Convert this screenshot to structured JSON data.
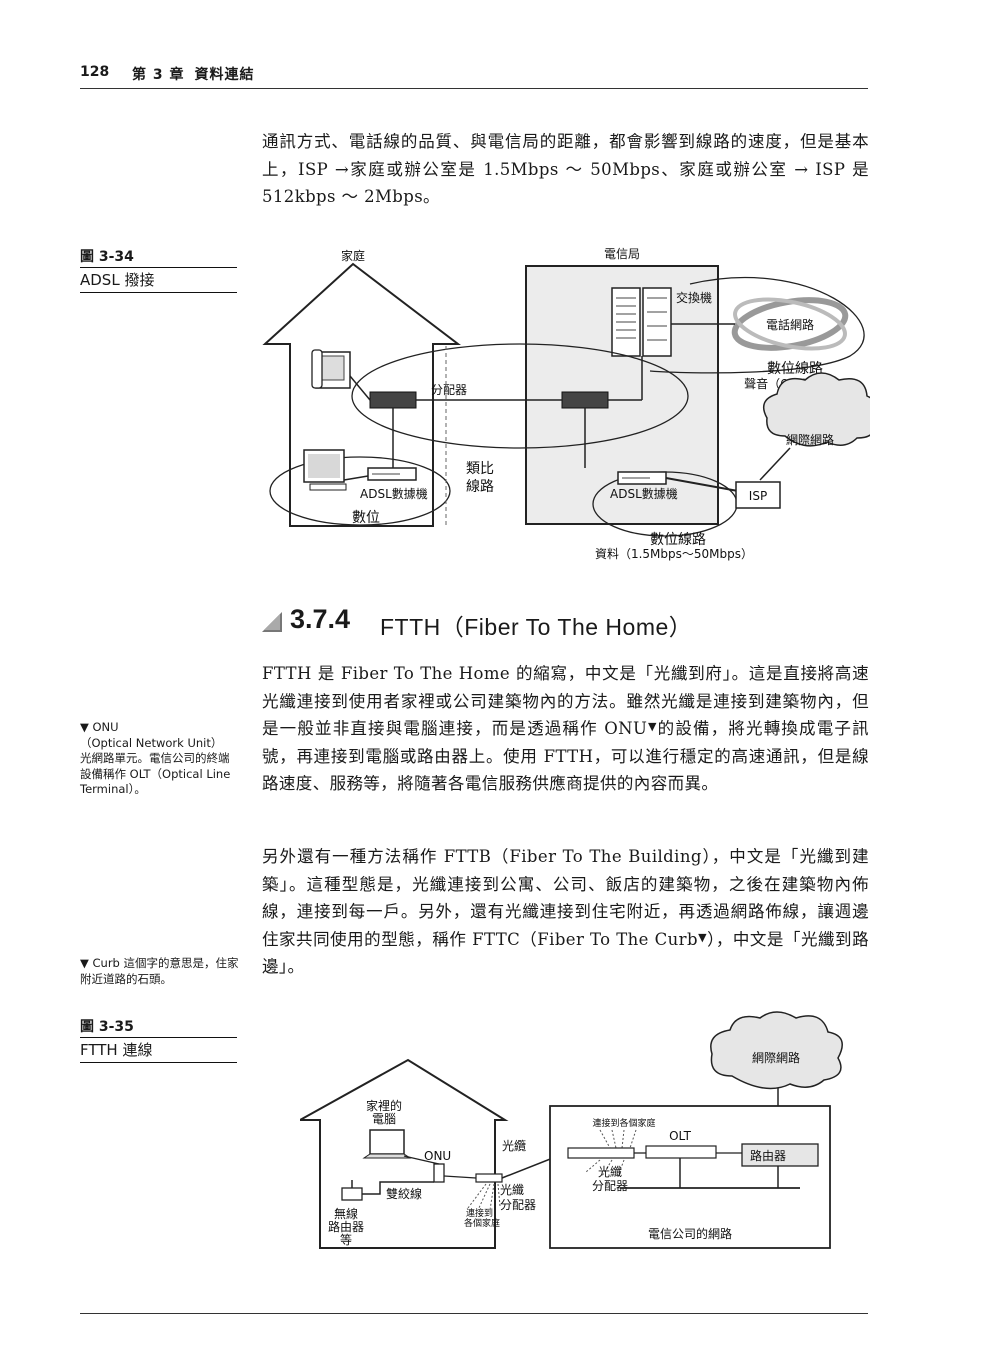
{
  "header": {
    "page_number": "128",
    "chapter": "第 3 章",
    "chapter_title": "資料連結"
  },
  "intro_paragraph": "通訊方式、電話線的品質、與電信局的距離，都會影響到線路的速度，但是基本上，ISP →家庭或辦公室是 1.5Mbps ～ 50Mbps、家庭或辦公室 → ISP 是 512kbps ～ 2Mbps。",
  "figure_34": {
    "number": "圖 3-34",
    "title": "ADSL 撥接",
    "labels": {
      "home": "家庭",
      "telecom": "電信局",
      "exchange": "交換機",
      "phone_network": "電話網路",
      "digital_line_top": "數位線路",
      "voice": "聲音（64kbps）",
      "splitter": "分配器",
      "internet": "網際網路",
      "analog_1": "類比",
      "analog_2": "線路",
      "adsl_modem_home": "ADSL數據機",
      "adsl_modem_office": "ADSL數據機",
      "isp": "ISP",
      "digital": "數位",
      "digital_line_bottom": "數位線路",
      "data_rate": "資料（1.5Mbps～50Mbps）"
    }
  },
  "section": {
    "number": "3.7.4",
    "title": "FTTH（Fiber To The Home）"
  },
  "ftth_paragraph": {
    "before_sup": "FTTH 是 Fiber To The Home 的縮寫，中文是「光纖到府」。這是直接將高速光纖連接到使用者家裡或公司建築物內的方法。雖然光纖是連接到建築物內，但是一般並非直接與電腦連接，而是透過稱作 ONU",
    "sup": "▼",
    "after_sup": "的設備，將光轉換成電子訊號，再連接到電腦或路由器上。使用 FTTH，可以進行穩定的高速通訊，但是線路速度、服務等，將隨著各電信服務供應商提供的內容而異。"
  },
  "fttb_paragraph": {
    "before_sup": "另外還有一種方法稱作 FTTB（Fiber To The Building），中文是「光纖到建築」。這種型態是，光纖連接到公寓、公司、飯店的建築物，之後在建築物內佈線，連接到每一戶。另外，還有光纖連接到住宅附近，再透過網路佈線，讓週邊住家共同使用的型態，稱作 FTTC（Fiber To The Curb",
    "sup": "▼",
    "after_sup": "），中文是「光纖到路邊」。"
  },
  "notes": {
    "onu_title": "▼ ONU",
    "onu_full": "（Optical Network Unit）",
    "onu_desc": "光網路單元。電信公司的終端設備稱作 OLT（Optical Line Terminal）。",
    "curb": "▼ Curb 這個字的意思是，住家附近道路的石頭。"
  },
  "figure_35": {
    "number": "圖 3-35",
    "title": "FTTH 連線",
    "labels": {
      "internet": "網際網路",
      "home_pc_1": "家裡的",
      "home_pc_2": "電腦",
      "onu": "ONU",
      "twisted_pair": "雙絞線",
      "wireless_1": "無線",
      "wireless_2": "路由器",
      "wireless_3": "等",
      "fiber_cable": "光纜",
      "splitter_home_1": "光纖",
      "splitter_home_2": "分配器",
      "to_homes_small_1": "連接到",
      "to_homes_small_2": "各個家庭",
      "to_each_home": "連接到各個家庭",
      "olt": "OLT",
      "splitter_office_1": "光纖",
      "splitter_office_2": "分配器",
      "router": "路由器",
      "telecom_network": "電信公司的網路"
    }
  }
}
